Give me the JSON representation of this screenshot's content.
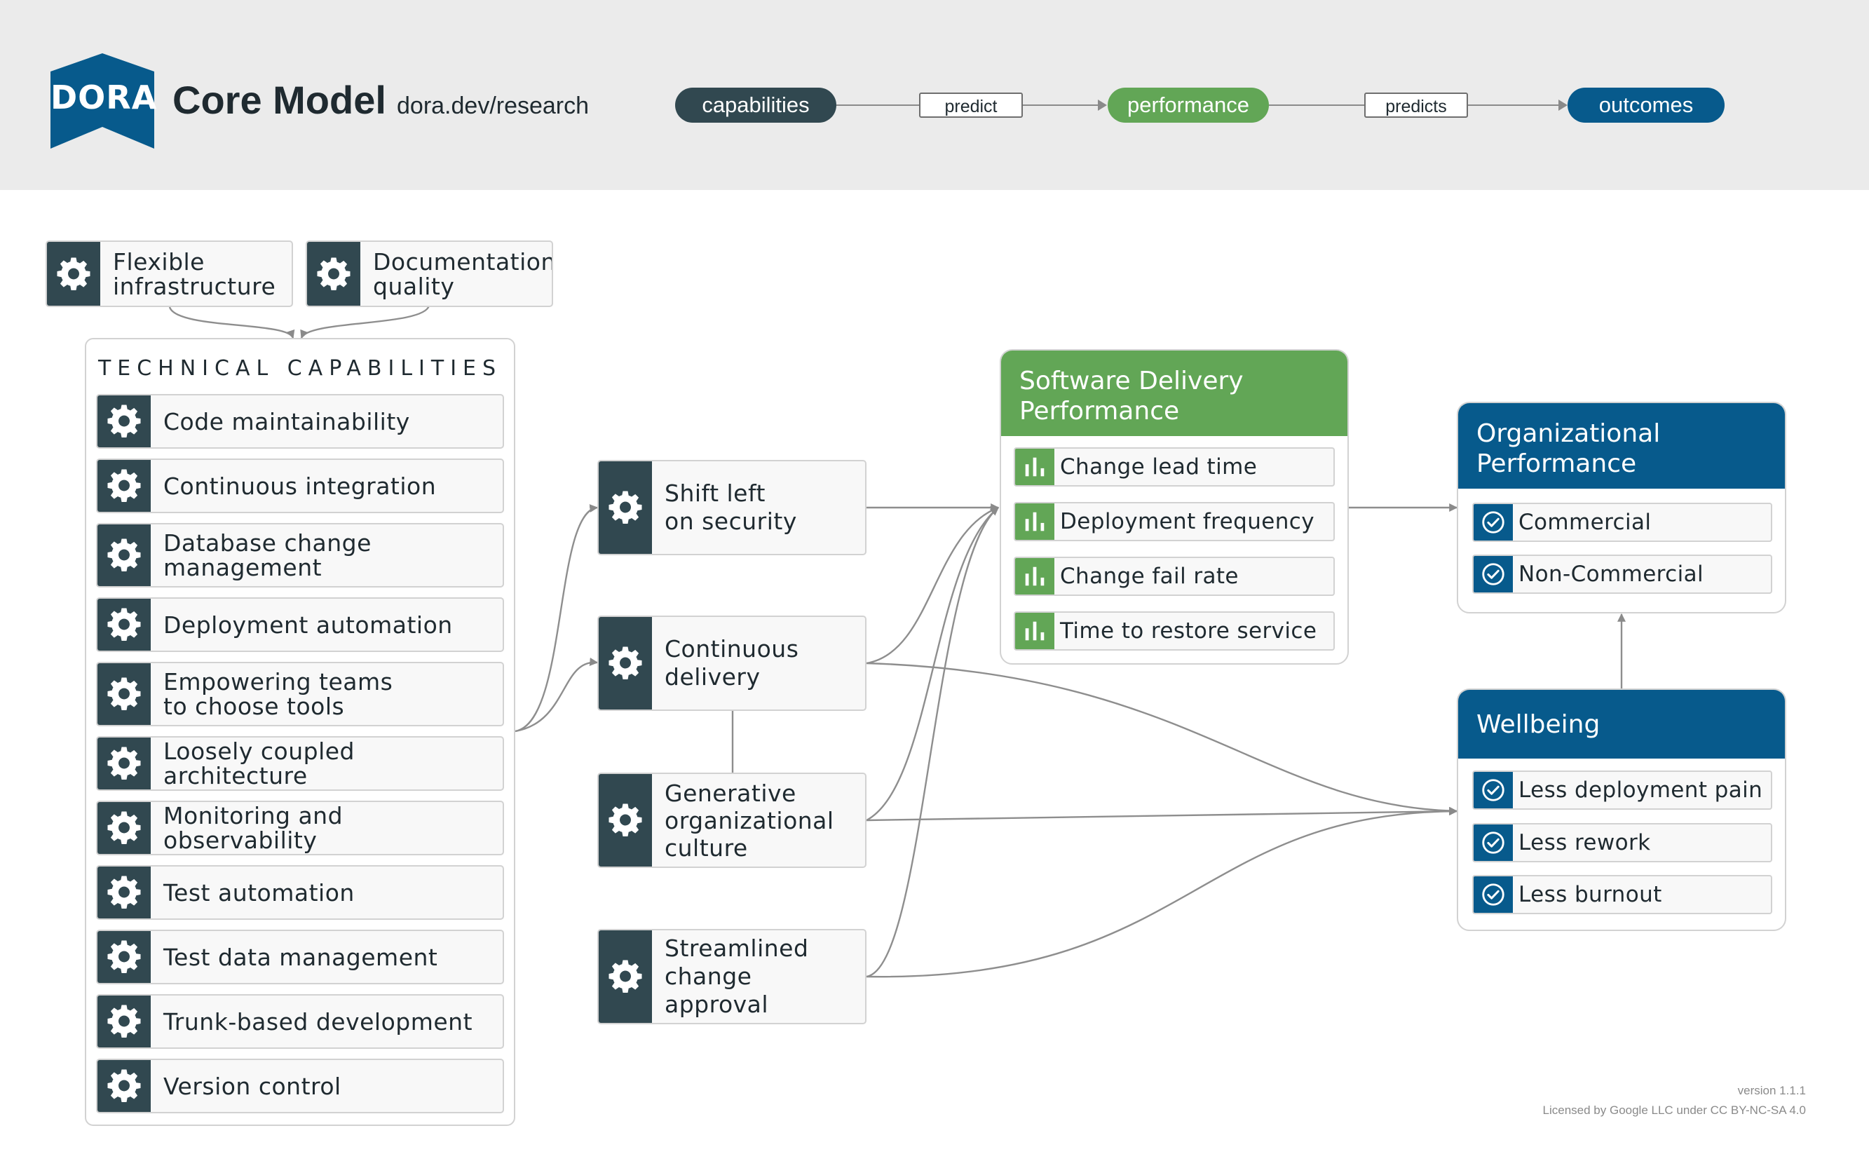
{
  "header": {
    "logo_text": "DORA",
    "title": "Core Model",
    "subtitle": "dora.dev/research",
    "flow": {
      "step1": "capabilities",
      "link1": "predict",
      "step2": "performance",
      "link2": "predicts",
      "step3": "outcomes"
    }
  },
  "colors": {
    "capability": "#314850",
    "performance": "#62a656",
    "outcomes": "#075a8c",
    "header_bg": "#ebebeb"
  },
  "foundations": [
    "Flexible\ninfrastructure",
    "Documentation\nquality"
  ],
  "technical_capabilities": {
    "title": "TECHNICAL CAPABILITIES",
    "items": [
      "Code maintainability",
      "Continuous integration",
      "Database change\nmanagement",
      "Deployment automation",
      "Empowering teams\nto choose tools",
      "Loosely coupled architecture",
      "Monitoring and observability",
      "Test automation",
      "Test data management",
      "Trunk-based development",
      "Version control"
    ]
  },
  "middle_capabilities": [
    "Shift left\non security",
    "Continuous\ndelivery",
    "Generative\norganizational\nculture",
    "Streamlined\nchange approval"
  ],
  "software_delivery": {
    "title": "Software Delivery\nPerformance",
    "metrics": [
      "Change lead time",
      "Deployment frequency",
      "Change fail rate",
      "Time to restore service"
    ]
  },
  "organizational": {
    "title": "Organizational\nPerformance",
    "items": [
      "Commercial",
      "Non-Commercial"
    ]
  },
  "wellbeing": {
    "title": "Wellbeing",
    "items": [
      "Less deployment pain",
      "Less rework",
      "Less burnout"
    ]
  },
  "footer": {
    "version": "version 1.1.1",
    "license": "Licensed by Google LLC under CC BY-NC-SA 4.0"
  }
}
